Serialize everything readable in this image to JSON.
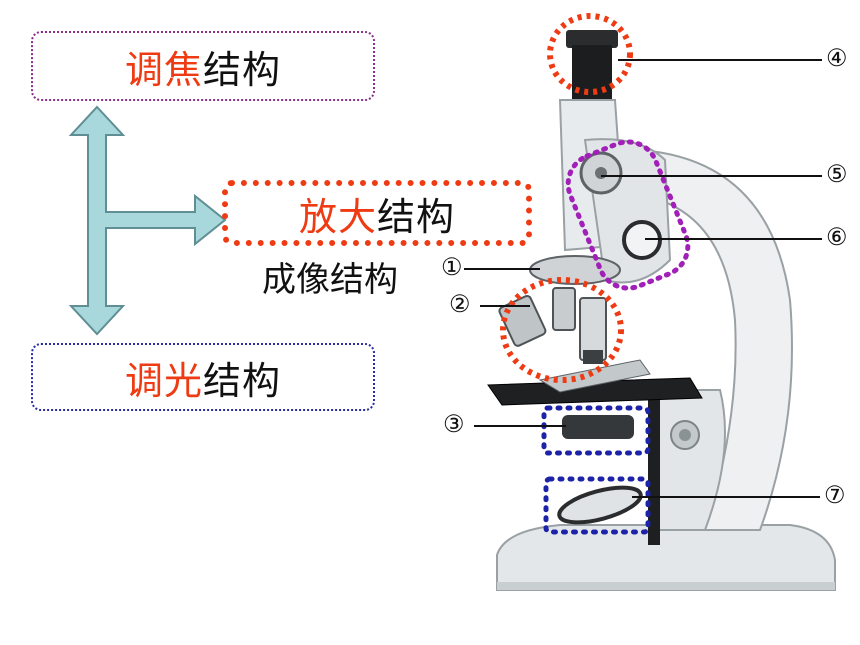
{
  "labels": {
    "focus": {
      "highlight": "调焦",
      "rest": "结构"
    },
    "magnify": {
      "highlight": "放大",
      "rest": "结构"
    },
    "light": {
      "highlight": "调光",
      "rest": "结构"
    },
    "imaging": "成像结构"
  },
  "markers": {
    "m1": "①",
    "m2": "②",
    "m3": "③",
    "m4": "④",
    "m5": "⑤",
    "m6": "⑥",
    "m7": "⑦"
  },
  "colors": {
    "highlight_text": "#ee3b14",
    "focus_border": "#8b2f8b",
    "light_border": "#2a2fa0",
    "magnify_border": "#ee3b14",
    "arrow_fill": "#a8d8dc",
    "arrow_stroke": "#5f8f94"
  }
}
